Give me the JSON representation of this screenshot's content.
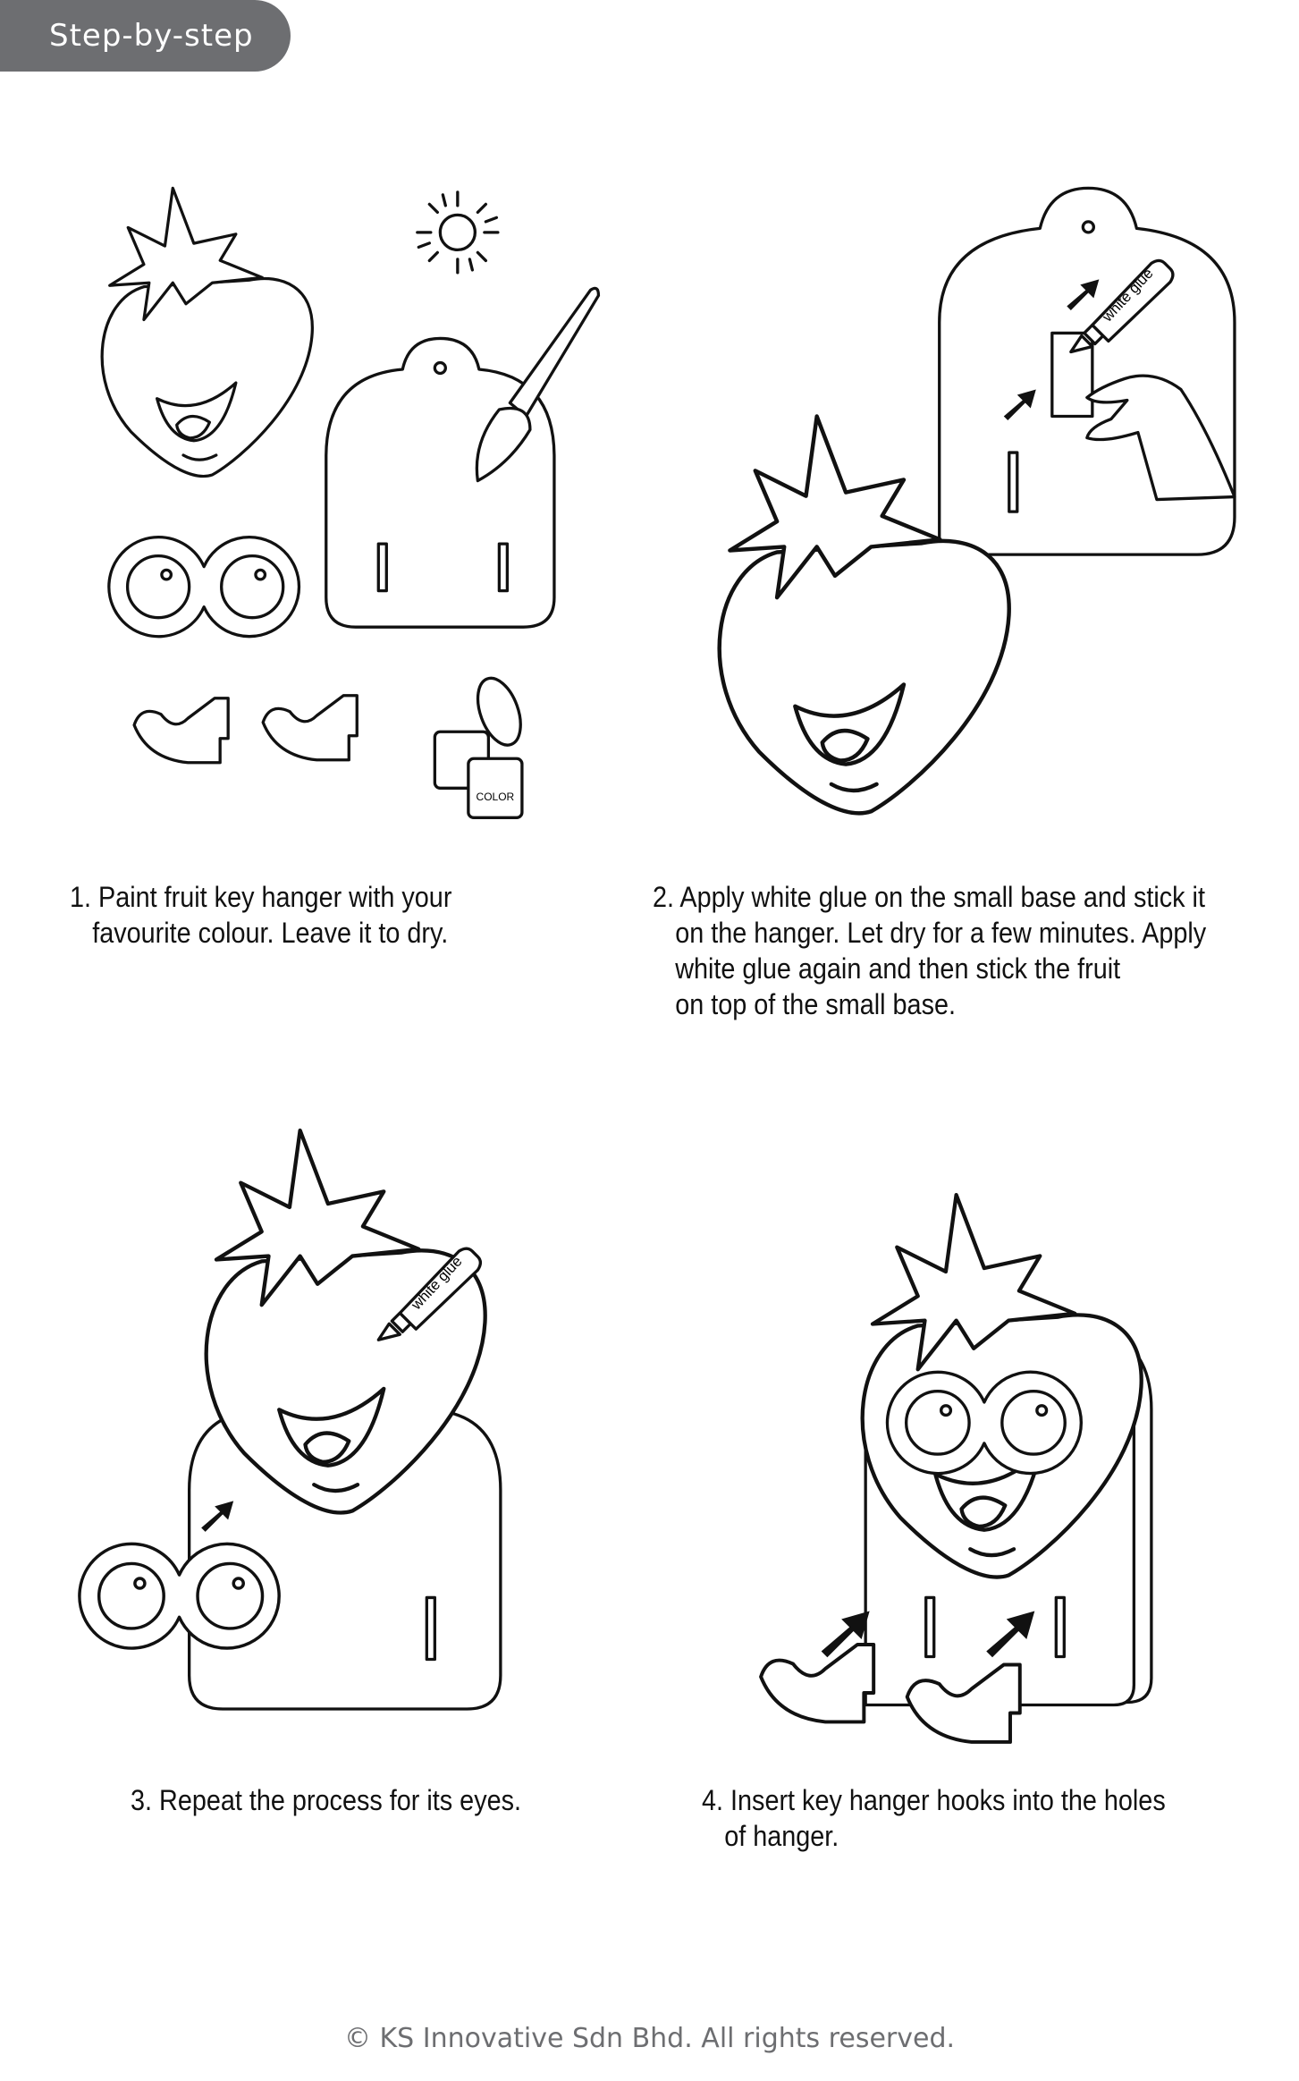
{
  "header": {
    "title": "Step-by-step",
    "color": "#6d6e71"
  },
  "steps": [
    {
      "lines": [
        "1. Paint fruit key hanger with your",
        "favourite colour. Leave it to dry."
      ]
    },
    {
      "lines": [
        "2. Apply white glue on the small base and stick it",
        "on the hanger. Let dry for a few minutes. Apply",
        "white glue again and then stick the fruit",
        "on top of the small base."
      ]
    },
    {
      "lines": [
        "3. Repeat the process for its eyes."
      ]
    },
    {
      "lines": [
        "4. Insert key hanger hooks into the holes",
        "of hanger."
      ]
    }
  ],
  "illustration_labels": {
    "glue": "white glue",
    "paint": "COLOR"
  },
  "footer": "© KS Innovative Sdn Bhd.  All rights reserved."
}
